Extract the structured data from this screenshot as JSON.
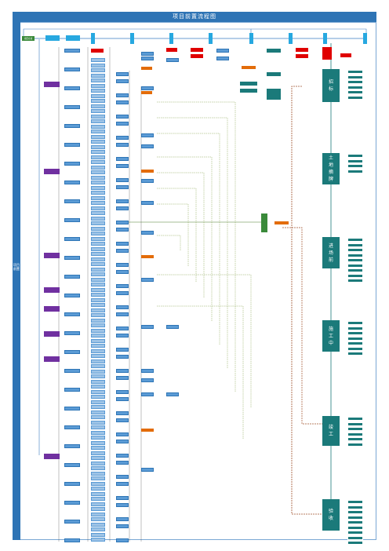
{
  "title": "项目前置流程图",
  "side_label": "项目前置",
  "top_label": "项目立项",
  "start_node": "项目立项",
  "phases": [
    {
      "id": "phase-1",
      "label": "招\n标"
    },
    {
      "id": "phase-2",
      "label": "土\n地\n摘\n牌"
    },
    {
      "id": "phase-3",
      "label": "进\n场\n前"
    },
    {
      "id": "phase-4",
      "label": "施\n工\n中"
    },
    {
      "id": "phase-5",
      "label": "竣\n工"
    },
    {
      "id": "phase-6",
      "label": "验\n收"
    }
  ],
  "colors": {
    "header": "#2e74b5",
    "node": "#5b9bd5",
    "department": "#7030a0",
    "phase": "#1b7a7a",
    "warning": "#e00000",
    "orange": "#e36c09",
    "connector_green": "#4e7a2a",
    "connector_dash": "#c0504d"
  }
}
